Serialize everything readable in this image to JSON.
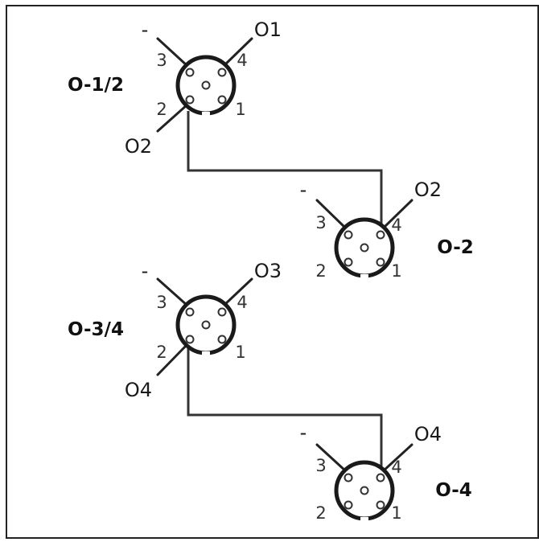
{
  "connectors": [
    {
      "id": "c12",
      "label": "O-1/2",
      "pins": {
        "p1": "1",
        "p2": "2",
        "p3": "3",
        "p4": "4"
      },
      "signals": {
        "s3": "-",
        "s4": "O1",
        "s2": "O2"
      }
    },
    {
      "id": "c2",
      "label": "O-2",
      "pins": {
        "p1": "1",
        "p2": "2",
        "p3": "3",
        "p4": "4"
      },
      "signals": {
        "s3": "-",
        "s4": "O2"
      }
    },
    {
      "id": "c34",
      "label": "O-3/4",
      "pins": {
        "p1": "1",
        "p2": "2",
        "p3": "3",
        "p4": "4"
      },
      "signals": {
        "s3": "-",
        "s4": "O3",
        "s2": "O4"
      }
    },
    {
      "id": "c4",
      "label": "O-4",
      "pins": {
        "p1": "1",
        "p2": "2",
        "p3": "3",
        "p4": "4"
      },
      "signals": {
        "s3": "-",
        "s4": "O4"
      }
    }
  ],
  "colors": {
    "frame": "#222222",
    "line": "#222222",
    "background": "#ffffff"
  }
}
